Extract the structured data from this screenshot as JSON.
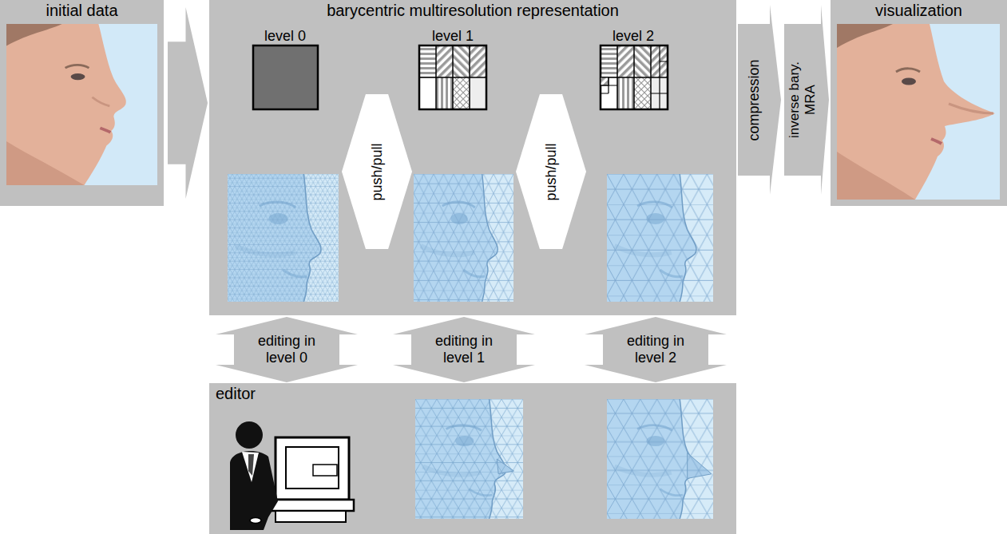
{
  "diagram": {
    "nodes": [
      {
        "text": [
          "initial data"
        ]
      },
      {
        "text": [
          "barycentric multiresolution representation"
        ]
      },
      {
        "text": [
          "push/pull"
        ],
        "in": 1
      },
      {
        "text": [
          "push/pull"
        ],
        "in": 1
      },
      {
        "text": [
          "compression"
        ]
      },
      {
        "text": [
          "inverse bary. MRA"
        ]
      },
      {
        "text": [
          "visualization"
        ]
      },
      {
        "text": [
          "editing in level 0"
        ]
      },
      {
        "text": [
          "editing in level 1"
        ]
      },
      {
        "text": [
          "editing in level 2"
        ]
      },
      {
        "text": [
          "editor"
        ]
      }
    ],
    "edges": [
      {
        "from": 0,
        "to": 1,
        "arrow": "to"
      }
    ],
    "labels": [
      "level 0",
      "level 1",
      "level 2"
    ]
  }
}
